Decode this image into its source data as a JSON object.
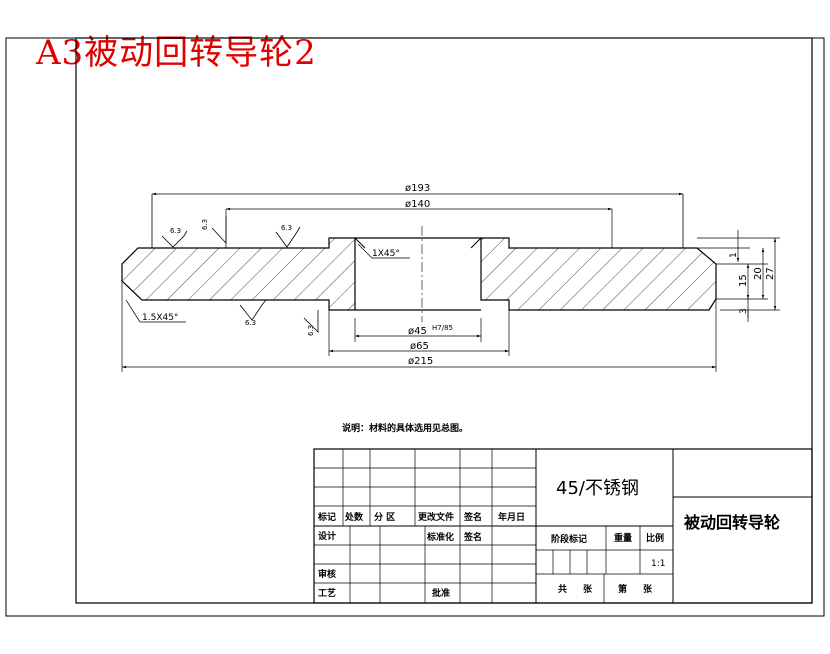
{
  "heading": "A3被动回转导轮2",
  "dims": {
    "d193": "ø193",
    "d140": "ø140",
    "d45": "ø45",
    "d45_tol": "H7/85",
    "d65": "ø65",
    "d215": "ø215",
    "h1": "1",
    "h20": "20",
    "h27": "27",
    "h15": "15",
    "h3": "3",
    "chamfer_inner": "1X45°",
    "chamfer_outer": "1.5X45°"
  },
  "roughness": [
    "6.3",
    "6.3",
    "6.3",
    "6.3",
    "6.3"
  ],
  "note": "说明：材料的具体选用见总图。",
  "title_block": {
    "material": "45/不锈钢",
    "part_name": "被动回转导轮",
    "scale": "1:1",
    "rev_headers": [
      "标记",
      "处数",
      "分 区",
      "更改文件",
      "签名",
      "年月日"
    ],
    "design": "设计",
    "standard": "标准化",
    "sign": "签名",
    "review": "审核",
    "process": "工艺",
    "approve": "批准",
    "stage": "阶段标记",
    "weight": "重量",
    "ratio": "比例",
    "total": "共",
    "sheet_word": "张",
    "page_word": "第",
    "sheet_word2": "张"
  }
}
